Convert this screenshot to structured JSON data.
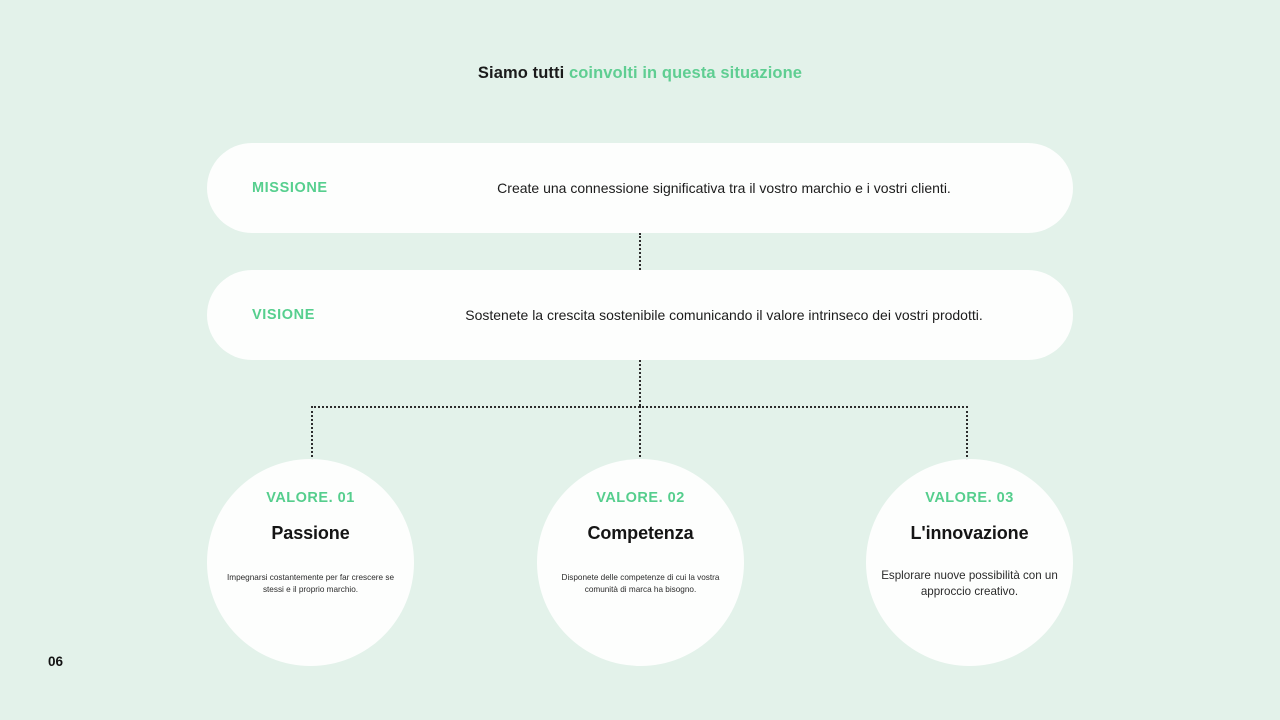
{
  "page": {
    "number": "06",
    "background_color": "#e3f2ea",
    "accent_color": "#55ce8d",
    "card_color": "#fdfefd"
  },
  "title": {
    "part_dark": "Siamo tutti ",
    "part_green": "coinvolti in questa situazione"
  },
  "pills": [
    {
      "label": "MISSIONE",
      "text": "Create una connessione significativa tra il vostro marchio e i vostri clienti."
    },
    {
      "label": "VISIONE",
      "text": "Sostenete la crescita sostenibile comunicando il valore intrinseco dei vostri prodotti."
    }
  ],
  "values": [
    {
      "eyebrow": "VALORE. 01",
      "title": "Passione",
      "description": "Impegnarsi costantemente per far crescere se stessi e il proprio marchio."
    },
    {
      "eyebrow": "VALORE. 02",
      "title": "Competenza",
      "description": "Disponete delle competenze di cui la vostra comunità di marca ha bisogno."
    },
    {
      "eyebrow": "VALORE. 03",
      "title": "L'innovazione",
      "description": "Esplorare nuove possibilità con un approccio creativo."
    }
  ]
}
